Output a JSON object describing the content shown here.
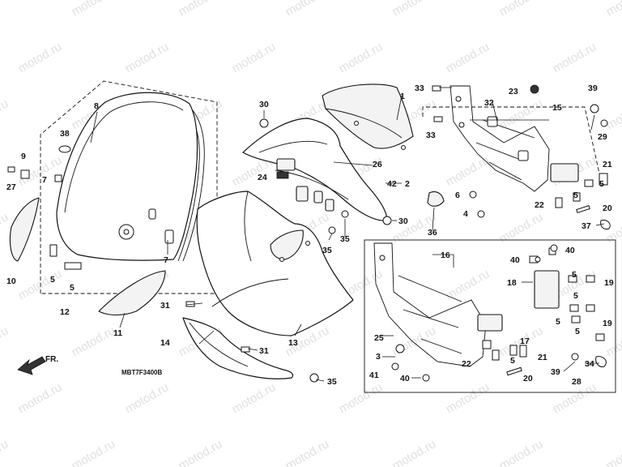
{
  "watermark": "motod.ru",
  "diagram_code": "MBT7F3400B",
  "front_marker": "FR.",
  "callouts": [
    "1",
    "2",
    "3",
    "4",
    "5",
    "6",
    "7",
    "8",
    "9",
    "10",
    "11",
    "12",
    "13",
    "14",
    "15",
    "16",
    "17",
    "18",
    "19",
    "20",
    "21",
    "22",
    "23",
    "24",
    "25",
    "26",
    "27",
    "28",
    "29",
    "30",
    "31",
    "32",
    "33",
    "34",
    "35",
    "36",
    "37",
    "38",
    "39",
    "40",
    "41",
    "42"
  ],
  "colors": {
    "line": "#111111",
    "watermark": "#c8c8c8",
    "background": "#ffffff"
  }
}
